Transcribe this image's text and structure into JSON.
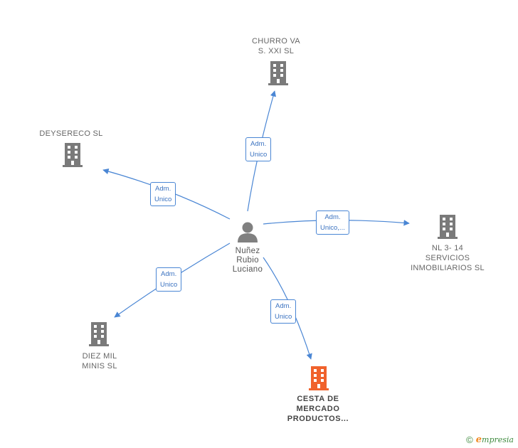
{
  "colors": {
    "edge": "#4a86d4",
    "company_icon": "#7a7a7a",
    "highlight_icon": "#f0622c",
    "person_icon": "#808080"
  },
  "center": {
    "label": "Nuñez\nRubio\nLuciano",
    "icon": "person-icon"
  },
  "companies": [
    {
      "id": "churro",
      "label": "CHURRO VA\nS.  XXI  SL",
      "icon": "building-icon",
      "highlight": false
    },
    {
      "id": "deysereco",
      "label": "DEYSERECO SL",
      "icon": "building-icon",
      "highlight": false
    },
    {
      "id": "nl314",
      "label": "NL 3- 14\nSERVICIOS\nINMOBILIARIOS SL",
      "icon": "building-icon",
      "highlight": false
    },
    {
      "id": "diezmil",
      "label": "DIEZ MIL\nMINIS SL",
      "icon": "building-icon",
      "highlight": false
    },
    {
      "id": "cesta",
      "label": "CESTA DE\nMERCADO\nPRODUCTOS...",
      "icon": "building-icon",
      "highlight": true
    }
  ],
  "edges": [
    {
      "to": "churro",
      "label": "Adm.\nUnico"
    },
    {
      "to": "deysereco",
      "label": "Adm.\nUnico"
    },
    {
      "to": "nl314",
      "label": "Adm.\nUnico,..."
    },
    {
      "to": "diezmil",
      "label": "Adm.\nUnico"
    },
    {
      "to": "cesta",
      "label": "Adm.\nUnico"
    }
  ],
  "footer": {
    "copyright": "©",
    "brand_initial": "e",
    "brand_rest": "mpresia"
  }
}
